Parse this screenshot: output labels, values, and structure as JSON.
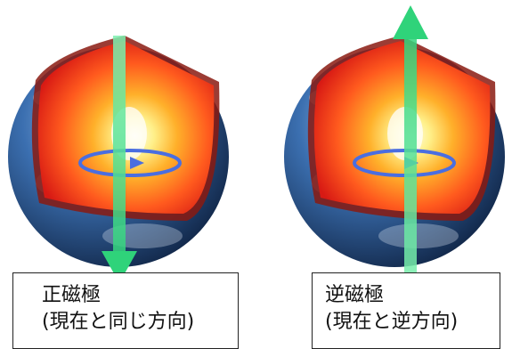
{
  "panels": [
    {
      "arrow_direction": "down",
      "caption": {
        "line1": "正磁極",
        "line2": "(現在と同じ方向)"
      }
    },
    {
      "arrow_direction": "up",
      "caption": {
        "line1": "逆磁極",
        "line2": "(現在と逆方向)"
      }
    }
  ],
  "colors": {
    "ocean": "#2a5c9e",
    "mantle": "#e0261a",
    "core": "#fff3a0",
    "arrow": "#3ee08a",
    "rotation": "#4a6ee0"
  }
}
